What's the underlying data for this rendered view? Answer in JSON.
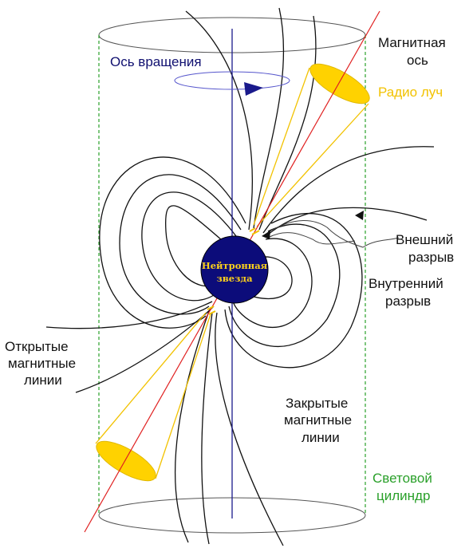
{
  "labels": {
    "rotation_axis": "Ось вращения",
    "magnetic_axis_line1": "Магнитная",
    "magnetic_axis_line2": "ось",
    "radio_beam": "Радио луч",
    "outer_gap_line1": "Внешний",
    "outer_gap_line2": "разрыв",
    "inner_gap_line1": "Внутренний",
    "inner_gap_line2": "разрыв",
    "open_lines_line1": "Открытые",
    "open_lines_line2": "магнитные",
    "open_lines_line3": "линии",
    "closed_lines_line1": "Закрытые",
    "closed_lines_line2": "магнитные",
    "closed_lines_line3": "линии",
    "light_cylinder_line1": "Световой",
    "light_cylinder_line2": "цилиндр",
    "star_line1": "Нейтронная",
    "star_line2": "звезда"
  },
  "colors": {
    "rotation_axis": "#1a1a8c",
    "magnetic_axis": "#e02020",
    "radio_beam": "#f2c200",
    "light_cylinder": "#2aa02a",
    "star_fill": "#0c0c7a",
    "field_lines": "#111111"
  }
}
